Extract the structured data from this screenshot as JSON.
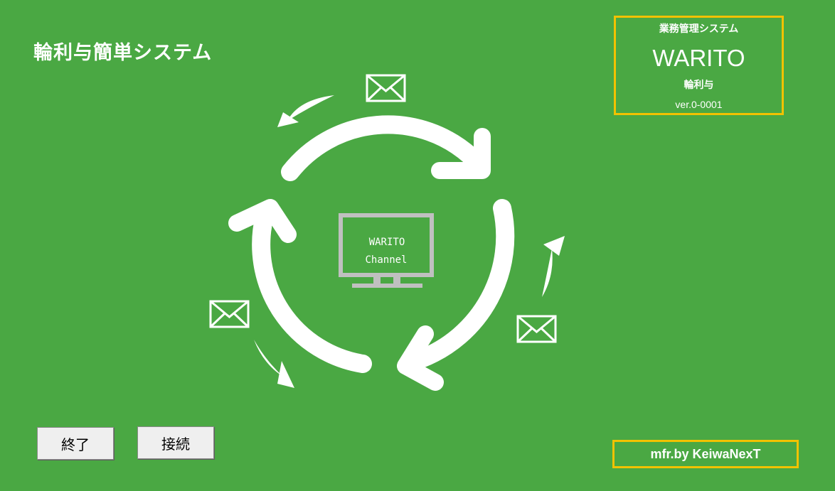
{
  "header": {
    "title": "輪利与簡単システム"
  },
  "info": {
    "subtitle": "業務管理システム",
    "product": "WARITO",
    "name": "輪利与",
    "version": "ver.0-0001"
  },
  "center": {
    "line1": "WARITO",
    "line2": "Channel"
  },
  "buttons": {
    "exit_label": "終了",
    "connect_label": "接続"
  },
  "footer": {
    "credit": "mfr.by KeiwaNexT"
  },
  "colors": {
    "background": "#4aa843",
    "border_accent": "#f2c200",
    "monitor": "#c0c0c0"
  },
  "icons": [
    "mail-icon",
    "cycle-arrow-icon",
    "monitor-icon",
    "curved-arrow-icon"
  ]
}
